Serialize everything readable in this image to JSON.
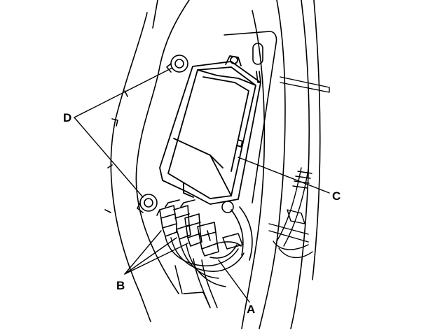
{
  "diagram": {
    "stroke_color": "#000000",
    "background_color": "#ffffff",
    "callouts": {
      "a": "A",
      "b": "B",
      "c": "C",
      "d": "D"
    },
    "parts": {
      "control_unit": "control-unit",
      "connectors": "connector-group",
      "harness": "wire-harness",
      "nuts": "mounting-nut"
    }
  }
}
